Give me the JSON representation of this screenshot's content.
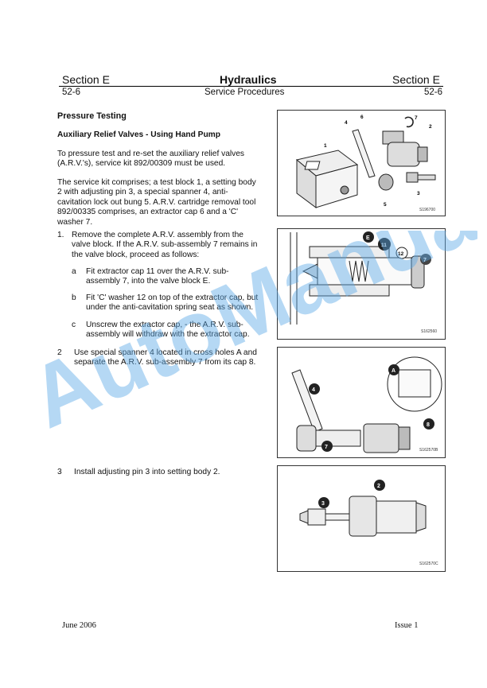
{
  "header": {
    "section_left": "Section E",
    "title": "Hydraulics",
    "section_right": "Section E",
    "page_left": "52-6",
    "subtitle": "Service Procedures",
    "page_right": "52-6"
  },
  "content": {
    "heading": "Pressure Testing",
    "subheading": "Auxiliary Relief Valves - Using Hand Pump",
    "intro": "To pressure test and re-set the auxiliary relief valves (A.R.V.'s), service kit 892/00309 must be used.",
    "kit_desc": "The service kit comprises; a test block 1, a setting body 2 with adjusting pin 3, a special spanner 4, anti-cavitation lock out bung 5. A.R.V. cartridge removal tool 892/00335 comprises, an extractor cap 6 and a 'C' washer 7.",
    "step1_num": "1.",
    "step1": "Remove the complete A.R.V. assembly from the valve block. If the A.R.V. sub-assembly 7 remains in the valve block, proceed as follows:",
    "step1a_letter": "a",
    "step1a": "Fit extractor cap 11 over the A.R.V. sub-assembly 7, into the valve block E.",
    "step1b_letter": "b",
    "step1b": "Fit 'C' washer 12 on top of the extractor cap, but under the anti-cavitation spring seat as shown.",
    "step1c_letter": "c",
    "step1c": "Unscrew the extractor cap, - the A.R.V. sub-assembly will withdraw with the extractor cap.",
    "step2_num": "2",
    "step2": "Use special spanner 4 located in cross holes A and separate the A.R.V. sub-assembly 7 from its cap 8.",
    "step3_num": "3",
    "step3": "Install adjusting pin 3 into setting body 2."
  },
  "figures": {
    "fig1": {
      "code": "S196700",
      "labels": [
        "1",
        "2",
        "3",
        "4",
        "5",
        "6",
        "7"
      ]
    },
    "fig2": {
      "code": "S162560",
      "labels": [
        "E",
        "11",
        "12",
        "7"
      ]
    },
    "fig3": {
      "code": "S162570B",
      "labels": [
        "A",
        "4",
        "8",
        "7"
      ]
    },
    "fig4": {
      "code": "S162570C",
      "labels": [
        "2",
        "3"
      ]
    }
  },
  "footer": {
    "date": "June 2006",
    "issue": "Issue 1"
  },
  "watermark": "AutoManual"
}
